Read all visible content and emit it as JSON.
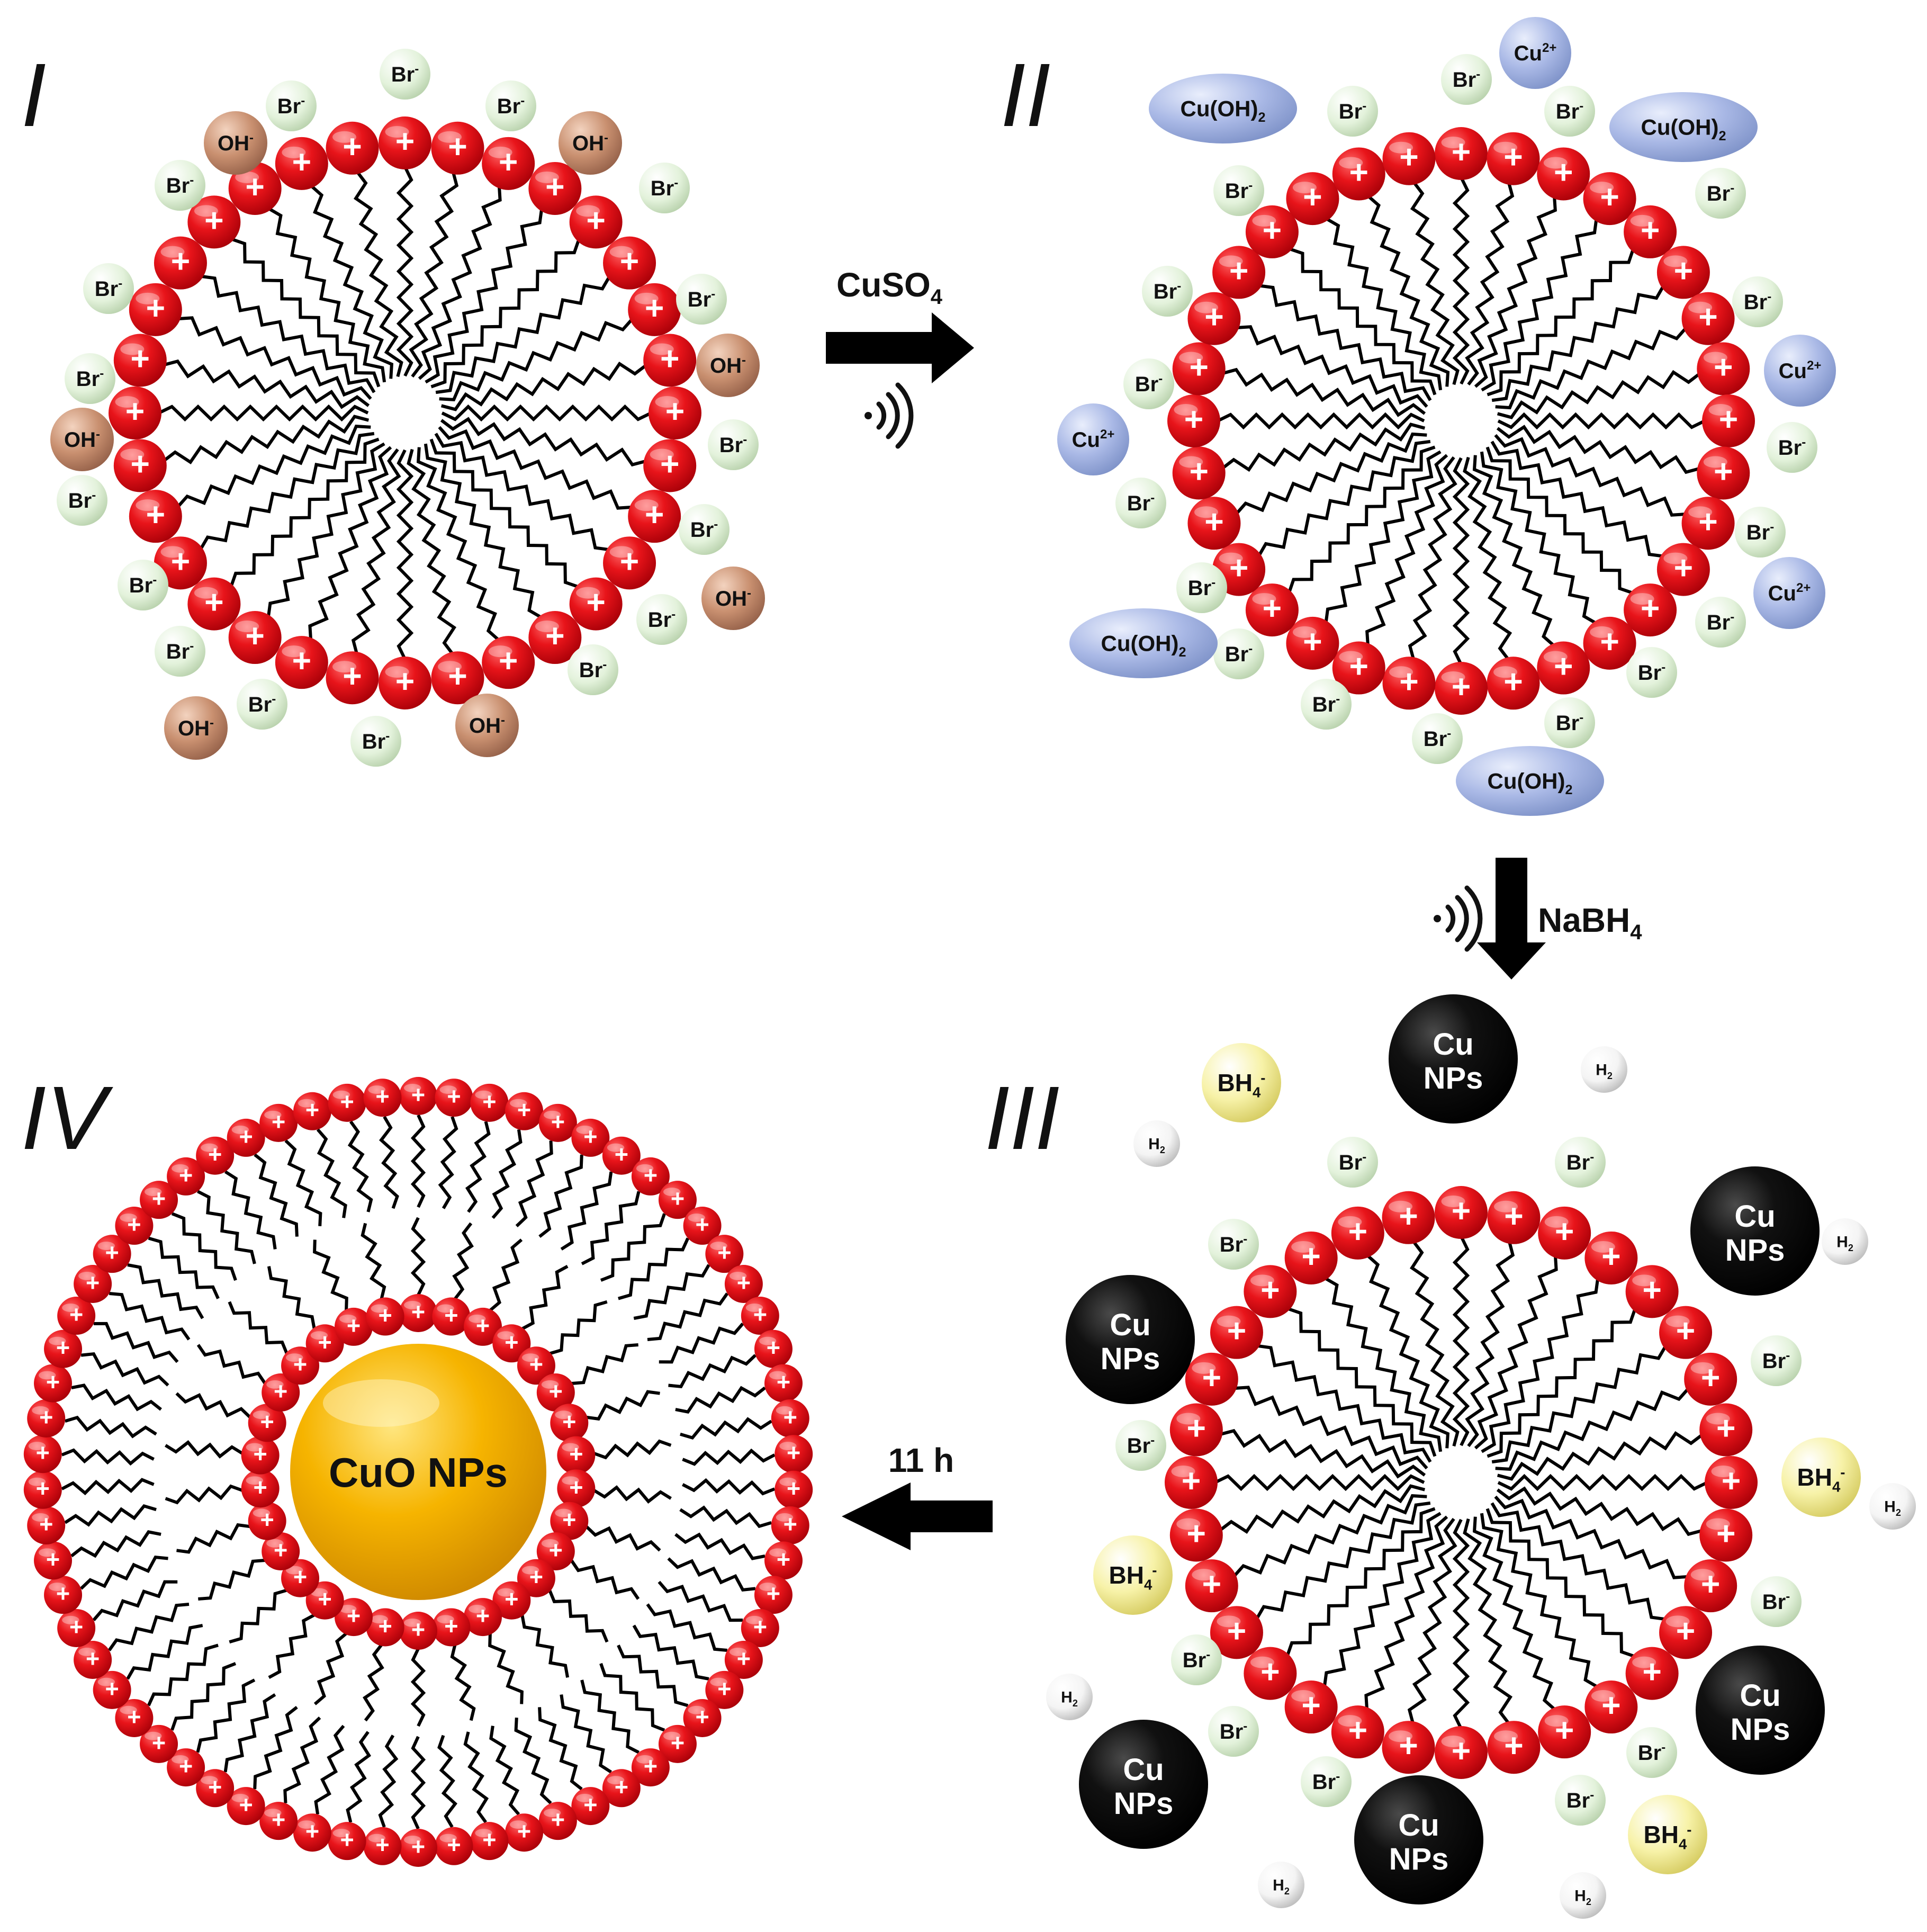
{
  "panels": {
    "I": {
      "label": "I",
      "ions": [
        {
          "type": "br",
          "text": "Br",
          "sup": "-"
        },
        {
          "type": "oh",
          "text": "OH",
          "sup": "-"
        }
      ]
    },
    "II": {
      "label": "II",
      "ions": [
        {
          "type": "br",
          "text": "Br",
          "sup": "-"
        },
        {
          "type": "cu",
          "text": "Cu",
          "sup": "2+"
        },
        {
          "type": "cuoh",
          "text": "Cu(OH)",
          "sub": "2"
        }
      ]
    },
    "III": {
      "label": "III",
      "ions": [
        {
          "type": "br",
          "text": "Br",
          "sup": "-"
        },
        {
          "type": "bh4",
          "text": "BH",
          "sub": "4",
          "sup": "-"
        },
        {
          "type": "h2",
          "text": "H",
          "sub": "2"
        },
        {
          "type": "np",
          "line1": "Cu",
          "line2": "NPs"
        }
      ]
    },
    "IV": {
      "label": "IV",
      "core_label": "CuO NPs"
    }
  },
  "arrows": {
    "step1": {
      "reagent": "CuSO",
      "reagent_sub": "4",
      "ultrasound": true
    },
    "step2": {
      "reagent": "NaBH",
      "reagent_sub": "4",
      "ultrasound": true
    },
    "step3": {
      "label": "11 h"
    }
  },
  "symbols": {
    "headgroup": "+"
  },
  "colors": {
    "headgroup": "#e8141a",
    "br_ion": "#e6f4df",
    "oh_ion": "#c99070",
    "cu_ion": "#aab9e6",
    "bh4_ion": "#f7f2a8",
    "h2": "#f2f2f2",
    "cu_np": "#111111",
    "cuo_core": "#f2a900"
  }
}
